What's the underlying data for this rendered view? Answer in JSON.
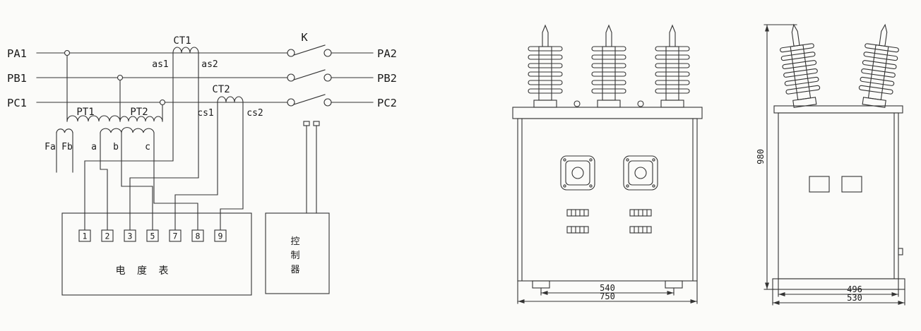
{
  "schematic": {
    "phase_in": [
      "PA1",
      "PB1",
      "PC1"
    ],
    "phase_out": [
      "PA2",
      "PB2",
      "PC2"
    ],
    "ct1_label": "CT1",
    "ct2_label": "CT2",
    "switch_label": "K",
    "ct1_taps": [
      "as1",
      "as2"
    ],
    "ct2_taps": [
      "cs1",
      "cs2"
    ],
    "pt1_label": "PT1",
    "pt2_label": "PT2",
    "pt_taps": [
      "Fa",
      "Fb",
      "a",
      "b",
      "c"
    ],
    "meter": {
      "terminals": [
        "1",
        "2",
        "3",
        "5",
        "7",
        "8",
        "9"
      ],
      "name": "电 度 表"
    },
    "controller": {
      "name": "控制器",
      "chars": [
        "控",
        "制",
        "器"
      ]
    }
  },
  "front_view": {
    "dim_foot_span": "540",
    "dim_width": "750"
  },
  "side_view": {
    "dim_height": "980",
    "dim_width_inner": "496",
    "dim_width_outer": "530"
  }
}
